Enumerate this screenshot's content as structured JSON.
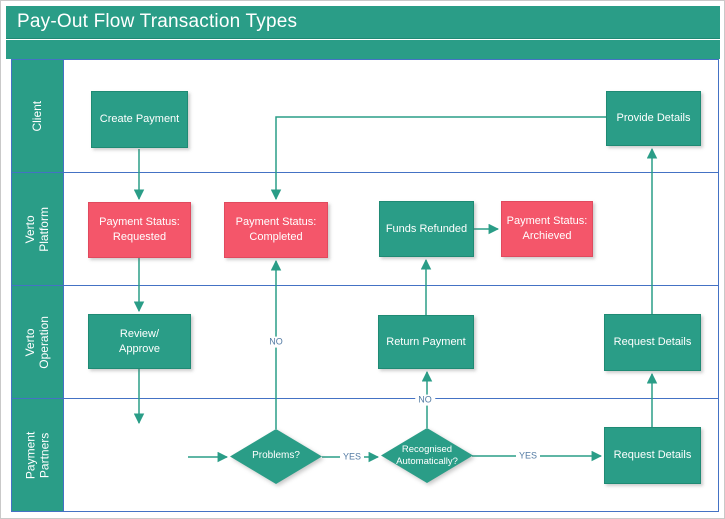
{
  "title": "Pay-Out Flow Transaction Types",
  "lanes": [
    {
      "label": "Client"
    },
    {
      "label": "Verto Platform"
    },
    {
      "label": "Verto\nOperation"
    },
    {
      "label": "Payment\nPartners"
    }
  ],
  "nodes": {
    "create_payment": {
      "label": "Create Payment",
      "kind": "process"
    },
    "status_requested": {
      "label": "Payment Status:\nRequested",
      "kind": "status"
    },
    "status_completed": {
      "label": "Payment Status:\nCompleted",
      "kind": "status"
    },
    "funds_refunded": {
      "label": "Funds Refunded",
      "kind": "process"
    },
    "status_archieved": {
      "label": "Payment Status:\nArchieved",
      "kind": "status"
    },
    "review_approve": {
      "label": "Review/\nApprove",
      "kind": "process"
    },
    "return_payment": {
      "label": "Return Payment",
      "kind": "process"
    },
    "provide_details": {
      "label": "Provide Details",
      "kind": "process"
    },
    "request_details_operation": {
      "label": "Request Details",
      "kind": "process"
    },
    "request_details_partners": {
      "label": "Request Details",
      "kind": "process"
    },
    "problems": {
      "label": "Problems?",
      "kind": "decision"
    },
    "recognised": {
      "label": "Recognised\nAutomatically?",
      "kind": "decision"
    }
  },
  "edge_labels": {
    "problems_no": "NO",
    "problems_yes": "YES",
    "recognised_no": "NO",
    "recognised_yes": "YES"
  },
  "colors": {
    "teal": "#2a9d87",
    "teal-dark": "#1f8a74",
    "red": "#f4566a",
    "red-dark": "#e04a5e",
    "frame-blue": "#4472c4",
    "edge-label": "#527aa3",
    "node-text": "#ffffff"
  }
}
